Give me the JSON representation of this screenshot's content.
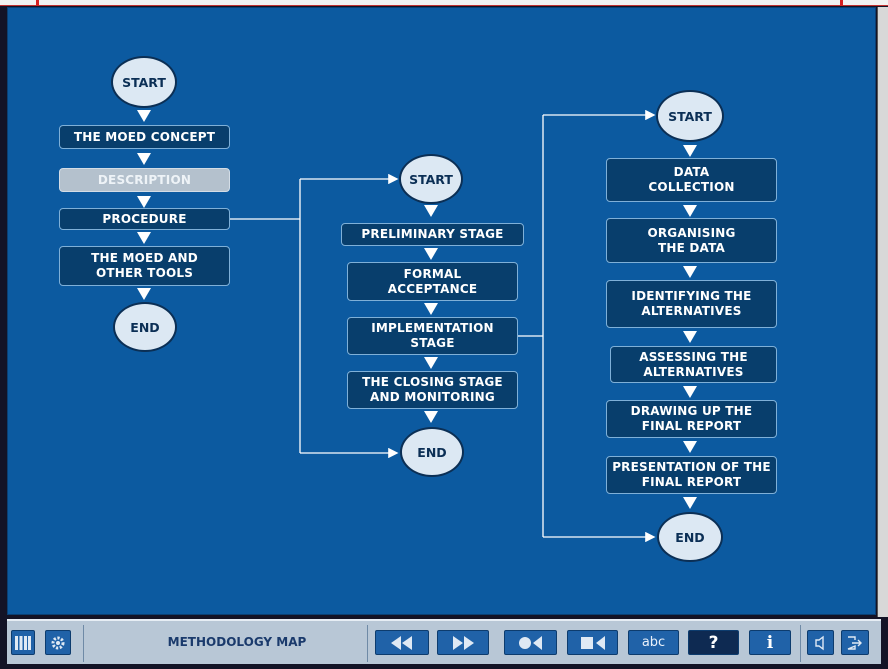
{
  "diagram": {
    "column1": {
      "start": "START",
      "items": [
        "THE MOED CONCEPT",
        "DESCRIPTION",
        "PROCEDURE",
        "THE MOED AND OTHER TOOLS"
      ],
      "active_item": "DESCRIPTION",
      "end": "END"
    },
    "column2": {
      "start": "START",
      "items": [
        "PRELIMINARY STAGE",
        "FORMAL ACCEPTANCE",
        "IMPLEMENTATION STAGE",
        "THE CLOSING STAGE AND MONITORING"
      ],
      "end": "END"
    },
    "column3": {
      "start": "START",
      "items": [
        "DATA COLLECTION",
        "ORGANISING THE DATA",
        "IDENTIFYING THE ALTERNATIVES",
        "ASSESSING THE ALTERNATIVES",
        "DRAWING UP THE FINAL REPORT",
        "PRESENTATION OF THE FINAL REPORT"
      ],
      "end": "END"
    }
  },
  "toolbar": {
    "title": "METHODOLOGY MAP",
    "buttons": [
      "library-icon",
      "settings-gear-icon",
      "rewind-icon",
      "fast-forward-icon",
      "record-back-icon",
      "stop-back-icon",
      "abc-icon",
      "help-icon",
      "info-icon",
      "audio-icon",
      "exit-icon"
    ],
    "abc_label": "abc",
    "help_label": "?",
    "info_label": "i"
  },
  "colors": {
    "background": "#0c5aa0",
    "box": "#083e6c",
    "active_box": "#b4c1cd",
    "oval": "#dce8f3",
    "connector": "#ffffff"
  }
}
